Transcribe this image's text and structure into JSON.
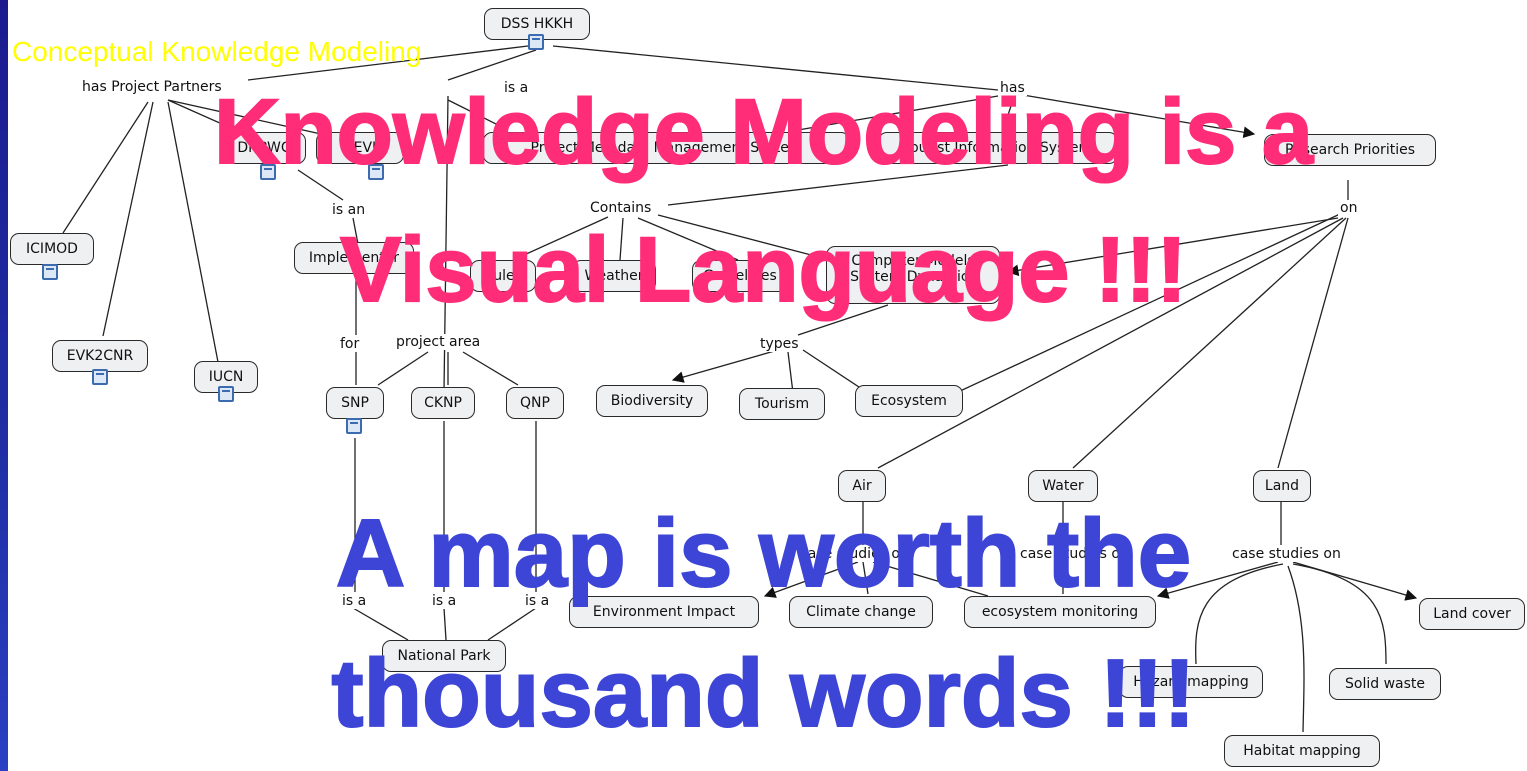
{
  "overlay": {
    "corner_title": "Conceptual Knowledge Modeling",
    "headline_line1": "Knowledge Modeling is a",
    "headline_line2": "Visual Language !!!",
    "tagline_line1": "A map is worth the",
    "tagline_line2": "thousand words !!!",
    "headline_color": "#ff2d78",
    "tagline_color": "#3d45d6",
    "title_color": "#ffff00"
  },
  "nodes": {
    "dss": "DSS HKKH",
    "dnpwc": "DNPWC",
    "cevi": "CEVI",
    "icimod": "ICIMOD",
    "evk2cnr": "EVK2CNR",
    "iucn": "IUCN",
    "project_mms": "Project Metadata Management System",
    "tourist_is": "Tourist Information System",
    "research_priorities": "Research Priorities",
    "implementer": "Implementer",
    "rules": "Rules",
    "weather": "Weather",
    "guidelines": "Guidelines",
    "computer_models": "Computer Models System Dynamics",
    "snp": "SNP",
    "cknp": "CKNP",
    "qnp": "QNP",
    "biodiversity": "Biodiversity",
    "tourism": "Tourism",
    "ecosystem": "Ecosystem",
    "air": "Air",
    "water": "Water",
    "land": "Land",
    "environment_impact": "Environment Impact",
    "climate_change": "Climate change",
    "ecosystem_monitoring": "ecosystem monitoring",
    "land_cover": "Land cover",
    "national_park": "National Park",
    "hazard_mapping": "Hazard mapping",
    "solid_waste": "Solid waste",
    "habitat_mapping": "Habitat mapping"
  },
  "links": {
    "has_project_partners": "has Project Partners",
    "is_a_top": "is a",
    "has": "has",
    "is_an": "is an",
    "contains": "Contains",
    "on": "on",
    "for": "for",
    "project_area": "project area",
    "types": "types",
    "case_studies_air": "case studies on",
    "case_studies_water": "case studies on",
    "case_studies_land": "case studies on",
    "is_a_snp": "is a",
    "is_a_cknp": "is a",
    "is_a_qnp": "is a"
  }
}
